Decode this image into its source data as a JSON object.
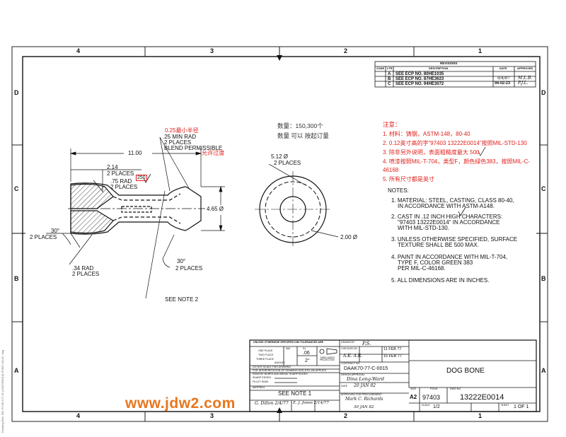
{
  "zones": {
    "top": [
      "4",
      "3",
      "2",
      "1"
    ],
    "bottom": [
      "4",
      "3",
      "2",
      "1"
    ],
    "left": [
      "D",
      "C",
      "B",
      "A"
    ],
    "right": [
      "D",
      "C",
      "B",
      "A"
    ]
  },
  "revisions": {
    "title": "REVISIONS",
    "headers": [
      "ZONE",
      "LTR",
      "DESCRIPTION",
      "DATE",
      "APPROVED"
    ],
    "rows": [
      {
        "ltr": "A",
        "desc": "SEE ECP NO. 80HE1035",
        "date": "",
        "appr": ""
      },
      {
        "ltr": "B",
        "desc": "SEE ECP NO. 87HE3623",
        "date": "9/4/87",
        "appr": "M.L.B."
      },
      {
        "ltr": "C",
        "desc": "SEE ECP NO. 94HE3072",
        "date": "94-02-23",
        "appr": "P.J.L."
      }
    ]
  },
  "annotations_cn": {
    "min_radius": "0.25最小半径",
    "transition": "允许过渡",
    "qty": "数量：150,300个",
    "qty_note": "数量 可以 按起订量",
    "heading": "注意：",
    "items": [
      "1. 材料：铸钢，ASTM-148，80-40",
      "2. 0.12英寸高的字“97403 13222E0014”按照MIL-STD-130",
      "3. 除非另外说明，表面粗糙度最大 500",
      "4. 喷漆按照MIL-T-704，类型F，颜色绿色383，按照MIL-C-",
      "46168",
      "5. 所有尺寸都是英寸"
    ]
  },
  "dims": {
    "length": "11.00",
    "rad_25": ".25 MIN RAD",
    "two_places_a": "2 PLACES",
    "blend": "BLEND PERMISSIBLE",
    "d214": "2.14",
    "two_places_b": "2 PLACES",
    "finish_250": "250",
    "rad_75": ".75 RAD",
    "two_places_c": "2 PLACES",
    "dia_465": "4.65 Ø",
    "ang_30_left": "30°",
    "two_places_d": "2 PLACES",
    "rad_34": ".34 RAD",
    "two_places_e": "2 PLACES",
    "ang_30_bot": "30°",
    "two_places_f": "2 PLACES",
    "see_note_2": "SEE NOTE 2",
    "dia_512": "5.12 Ø",
    "two_places_g": "2 PLACES",
    "dia_200": "2.00 Ø"
  },
  "notes": {
    "heading": "NOTES:",
    "lines": [
      "1. MATERIAL: STEEL, CASTING, CLASS 80-40,",
      "IN ACCORDANCE WITH ASTM-A148.",
      "2. CAST IN .12 INCH HIGH CHARACTERS:",
      "\"97403 13222E0014\" IN ACCORDANCE",
      "WITH MIL-STD-130.",
      "3. UNLESS OTHERWISE SPECIFIED, SURFACE",
      "TEXTURE SHALL BE 500 MAX.",
      "4. PAINT IN ACCORDANCE WITH MIL-T-704,",
      "TYPE F, COLOR GREEN 383",
      "PER MIL-C-46168.",
      "5. ALL DIMENSIONS ARE IN INCHES."
    ]
  },
  "title_block": {
    "tolerance_header": "UNLESS OTHERWISE SPECIFIED DIM TOLERANCES ARE",
    "mm_in": [
      "MM",
      "IN"
    ],
    "one_place": "ONE PLACE",
    "two_place": "TWO PLACE",
    "three_place": "THREE PLACE",
    "angles": "ANGLES",
    "tol_value": ".06",
    "tol_angle": "2°",
    "third_angle": "THIRD ANGLE PROJECTION",
    "do_not_scale": "DO NOT SCALE THIS DRAWING",
    "interpretation": "FOR INTERPRETATION OF DRAWING DOD-STD-100 APPLIES",
    "remove_burrs": "REMOVE BURRS AND BREAK SHARP EDGES",
    "sharp_edges": "SHARP EDGES",
    "fillet_radii": "FILLET RADII",
    "material_label": "MATERIAL",
    "material_value": "SEE NOTE 1",
    "drawn_by_label": "DRAWN BY",
    "drawn_by": "P.S.",
    "drawn_date": "11 FEB 77",
    "checked_by_label": "CHECKED BY",
    "checked_by": "A.K. A.R.",
    "checked_date": "15 FEB 77",
    "contract_label": "CONTRACT NO.",
    "contract_no": "DAAK70-77-C-0015",
    "design_approval": "DESIGN APPROVAL",
    "design_sig": "Dina Long-Ward",
    "date_label": "DATE",
    "date_value": "20 JAN 82",
    "procurement_label": "APPROVED FOR PROCUREMENT",
    "proc_sig": "Mark C. Richards",
    "proc_date": "30 JAN 82",
    "title": "DOG BONE",
    "size_label": "SIZE",
    "size": "A2",
    "fscm_label": "FSCM",
    "fscm": "97403",
    "dwg_label": "DWG NO.",
    "dwg_no": "13222E0014",
    "scale_label": "SCALE",
    "scale": "1/2",
    "sheet_label": "SHEET",
    "sheet": "1 OF 1",
    "left_sig": "G. Dillon 2/4/77",
    "left_sig2": "E. J. Jones 2/14/77"
  },
  "watermark": "www.jdw2.com",
  "margin_text": "Drawing Rev. 001 FY-96-177-01 (13222E0014) 97403 LM.A2 .dvg"
}
